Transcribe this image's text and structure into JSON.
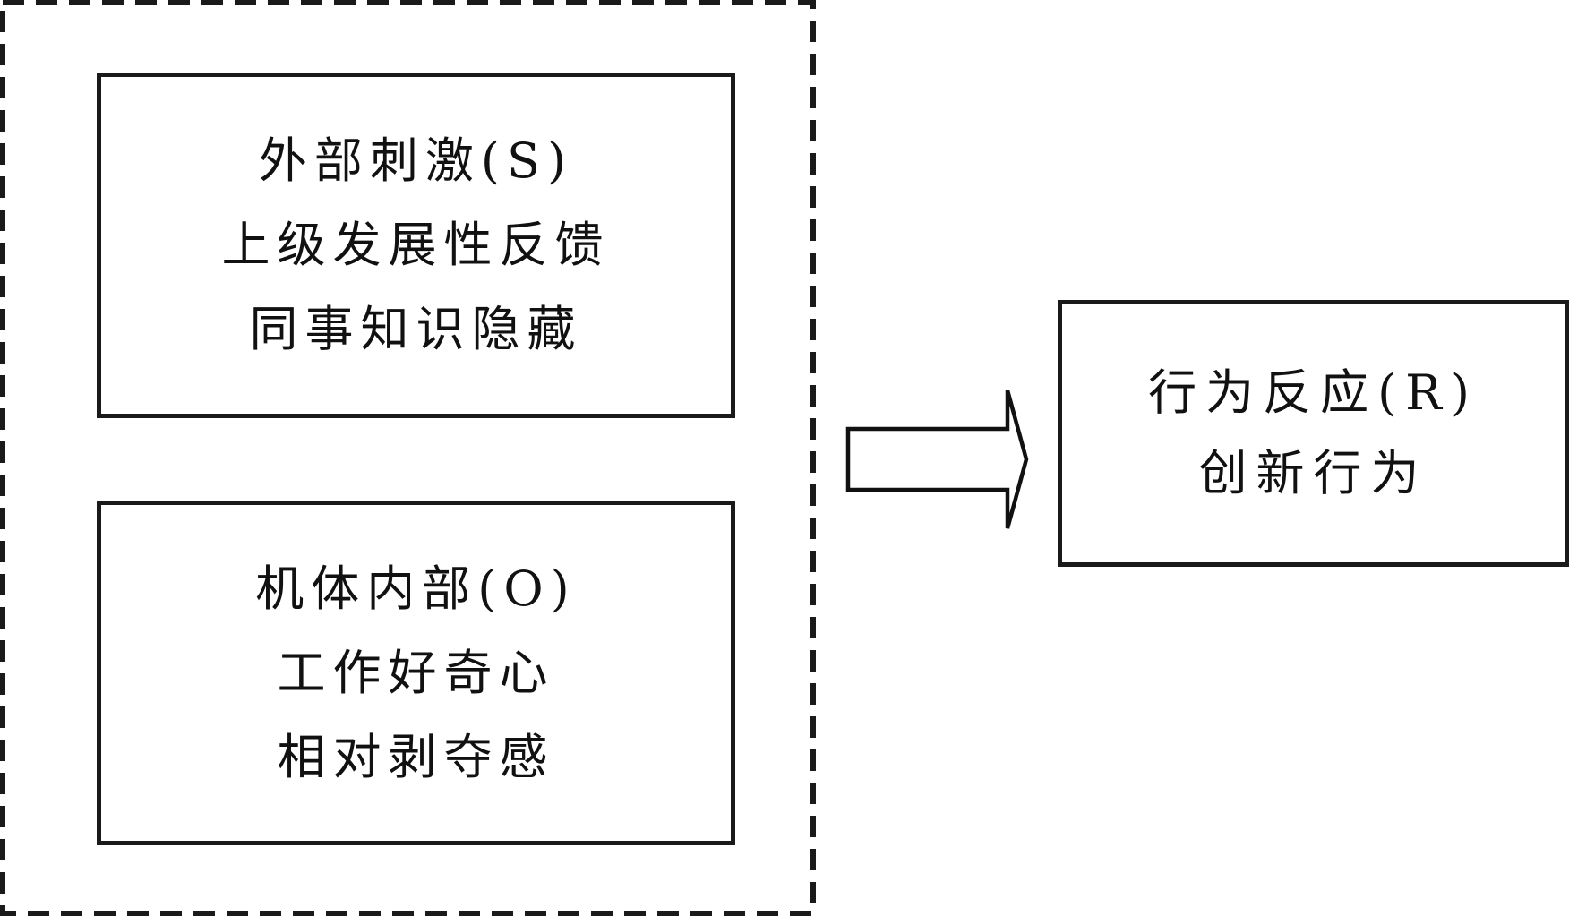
{
  "diagram": {
    "type": "S-O-R model",
    "colors": {
      "stroke": "#1a1a1a",
      "text": "#111111",
      "background": "#ffffff"
    },
    "group": {
      "name": "stimulus-organism-group",
      "border_style": "dashed"
    },
    "nodes": [
      {
        "id": "stimulus",
        "title": "外部刺激(S)",
        "lines": [
          "外部刺激(S)",
          "上级发展性反馈",
          "同事知识隐藏"
        ]
      },
      {
        "id": "organism",
        "title": "机体内部(O)",
        "lines": [
          "机体内部(O)",
          "工作好奇心",
          "相对剥夺感"
        ]
      },
      {
        "id": "response",
        "title": "行为反应(R)",
        "lines": [
          "行为反应(R)",
          "创新行为"
        ]
      }
    ],
    "edges": [
      {
        "from": "stimulus-organism-group",
        "to": "response",
        "style": "hollow-block-arrow"
      }
    ]
  }
}
